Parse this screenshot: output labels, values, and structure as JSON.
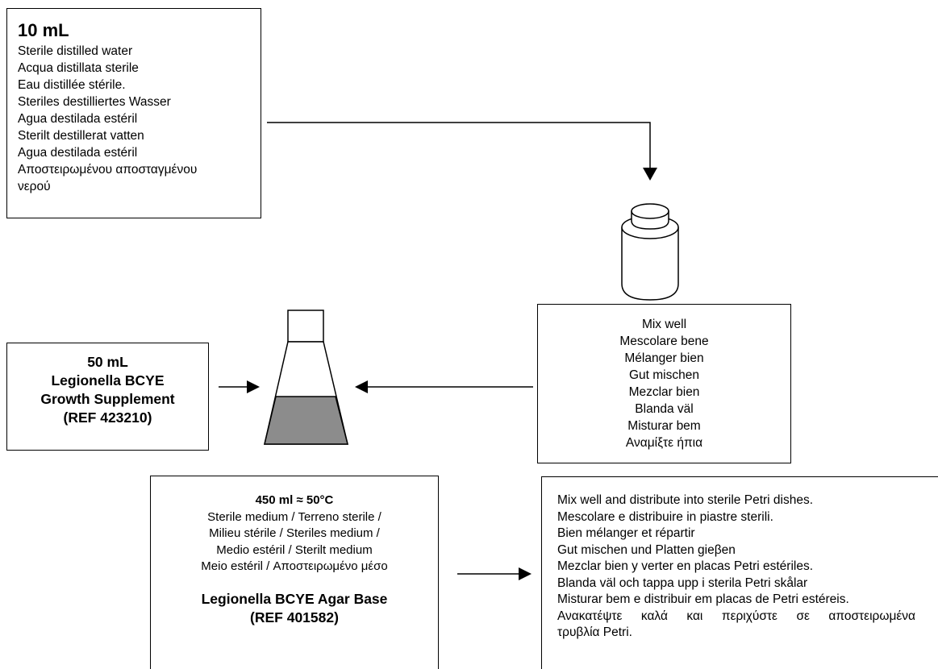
{
  "water_box": {
    "volume": "10 mL",
    "lines": [
      "Sterile distilled water",
      "Acqua distillata sterile",
      "Eau distillée stérile.",
      "Steriles destilliertes Wasser",
      "Agua destilada estéril",
      "Sterilt destillerat vatten",
      "Agua destilada estéril",
      "Αποστειρωμένου αποσταγμένου",
      "νερού"
    ]
  },
  "supplement_box": {
    "lines": [
      "50 mL",
      "Legionella BCYE",
      "Growth Supplement",
      "(REF 423210)"
    ]
  },
  "mix_box": {
    "lines": [
      "Mix well",
      "Mescolare bene",
      "Mélanger bien",
      "Gut mischen",
      "Mezclar bien",
      "Blanda väl",
      "Misturar bem",
      "Αναμίξτε ήπια"
    ]
  },
  "base_box": {
    "header": "450 ml ≈ 50°C",
    "medium_lines": [
      "Sterile medium / Terreno sterile /",
      "Milieu stérile / Steriles medium /",
      "Medio estéril / Sterilt medium",
      "Meio estéril /  Αποστειρωμένο μέσο"
    ],
    "name": "Legionella BCYE Agar Base",
    "ref": "(REF 401582)"
  },
  "distribute_box": {
    "lines": [
      "Mix well and distribute into sterile Petri dishes.",
      "Mescolare e distribuire in piastre sterili.",
      "Bien mélanger et répartir",
      "Gut mischen und Platten gieβen",
      "Mezclar bien y verter en placas Petri estériles.",
      "Blanda väl och tappa upp i sterila Petri skålar",
      "Misturar bem e distribuir em placas de Petri estéreis."
    ],
    "greek_line1": "Ανακατέψτε καλά και περιχύστε σε αποστειρωμένα",
    "greek_line2": "τρυβλία Petri."
  },
  "colors": {
    "stroke": "#000000",
    "medium_fill": "#8c8c8c",
    "background": "#ffffff"
  }
}
